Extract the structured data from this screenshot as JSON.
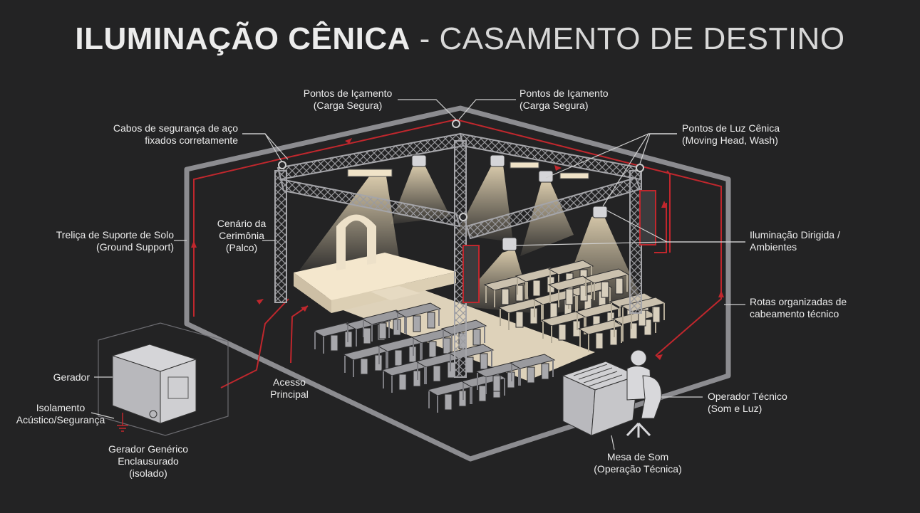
{
  "title": {
    "bold": "ILUMINAÇÃO CÊNICA",
    "separator": " - ",
    "light": "CASAMENTO DE DESTINO"
  },
  "labels": {
    "hoist_left": [
      "Pontos de Içamento",
      "(Carga Segura)"
    ],
    "hoist_right": [
      "Pontos de Içamento",
      "(Carga Segura)"
    ],
    "safety_cables": [
      "Cabos de segurança de aço",
      "fixados corretamente"
    ],
    "stage_lights": [
      "Pontos de Luz Cênica",
      "(Moving Head, Wash)"
    ],
    "scenario": [
      "Cenário da",
      "Cerimônia",
      "(Palco)"
    ],
    "ground_support": [
      "Treliça de Suporte de Solo",
      "(Ground Support)"
    ],
    "directed_lighting": [
      "Iluminação Dirigida /",
      "Ambientes"
    ],
    "cable_routes": [
      "Rotas organizadas de",
      "cabeamento técnico"
    ],
    "generator": "Gerador",
    "isolation": [
      "Isolamento",
      "Acústico/Segurança"
    ],
    "generic_generator": [
      "Gerador Genérico",
      "Enclausurado",
      "(isolado)"
    ],
    "main_access": [
      "Acesso",
      "Principal"
    ],
    "operator": [
      "Operador Técnico",
      "(Som e Luz)"
    ],
    "sound_desk": [
      "Mesa de Som",
      "(Operação Técnica)"
    ]
  },
  "colors": {
    "background": "#232324",
    "truss": "#8a8a8e",
    "cable_red": "#c0272d",
    "light_beam": "#f3dfb8",
    "text": "#ececec"
  }
}
